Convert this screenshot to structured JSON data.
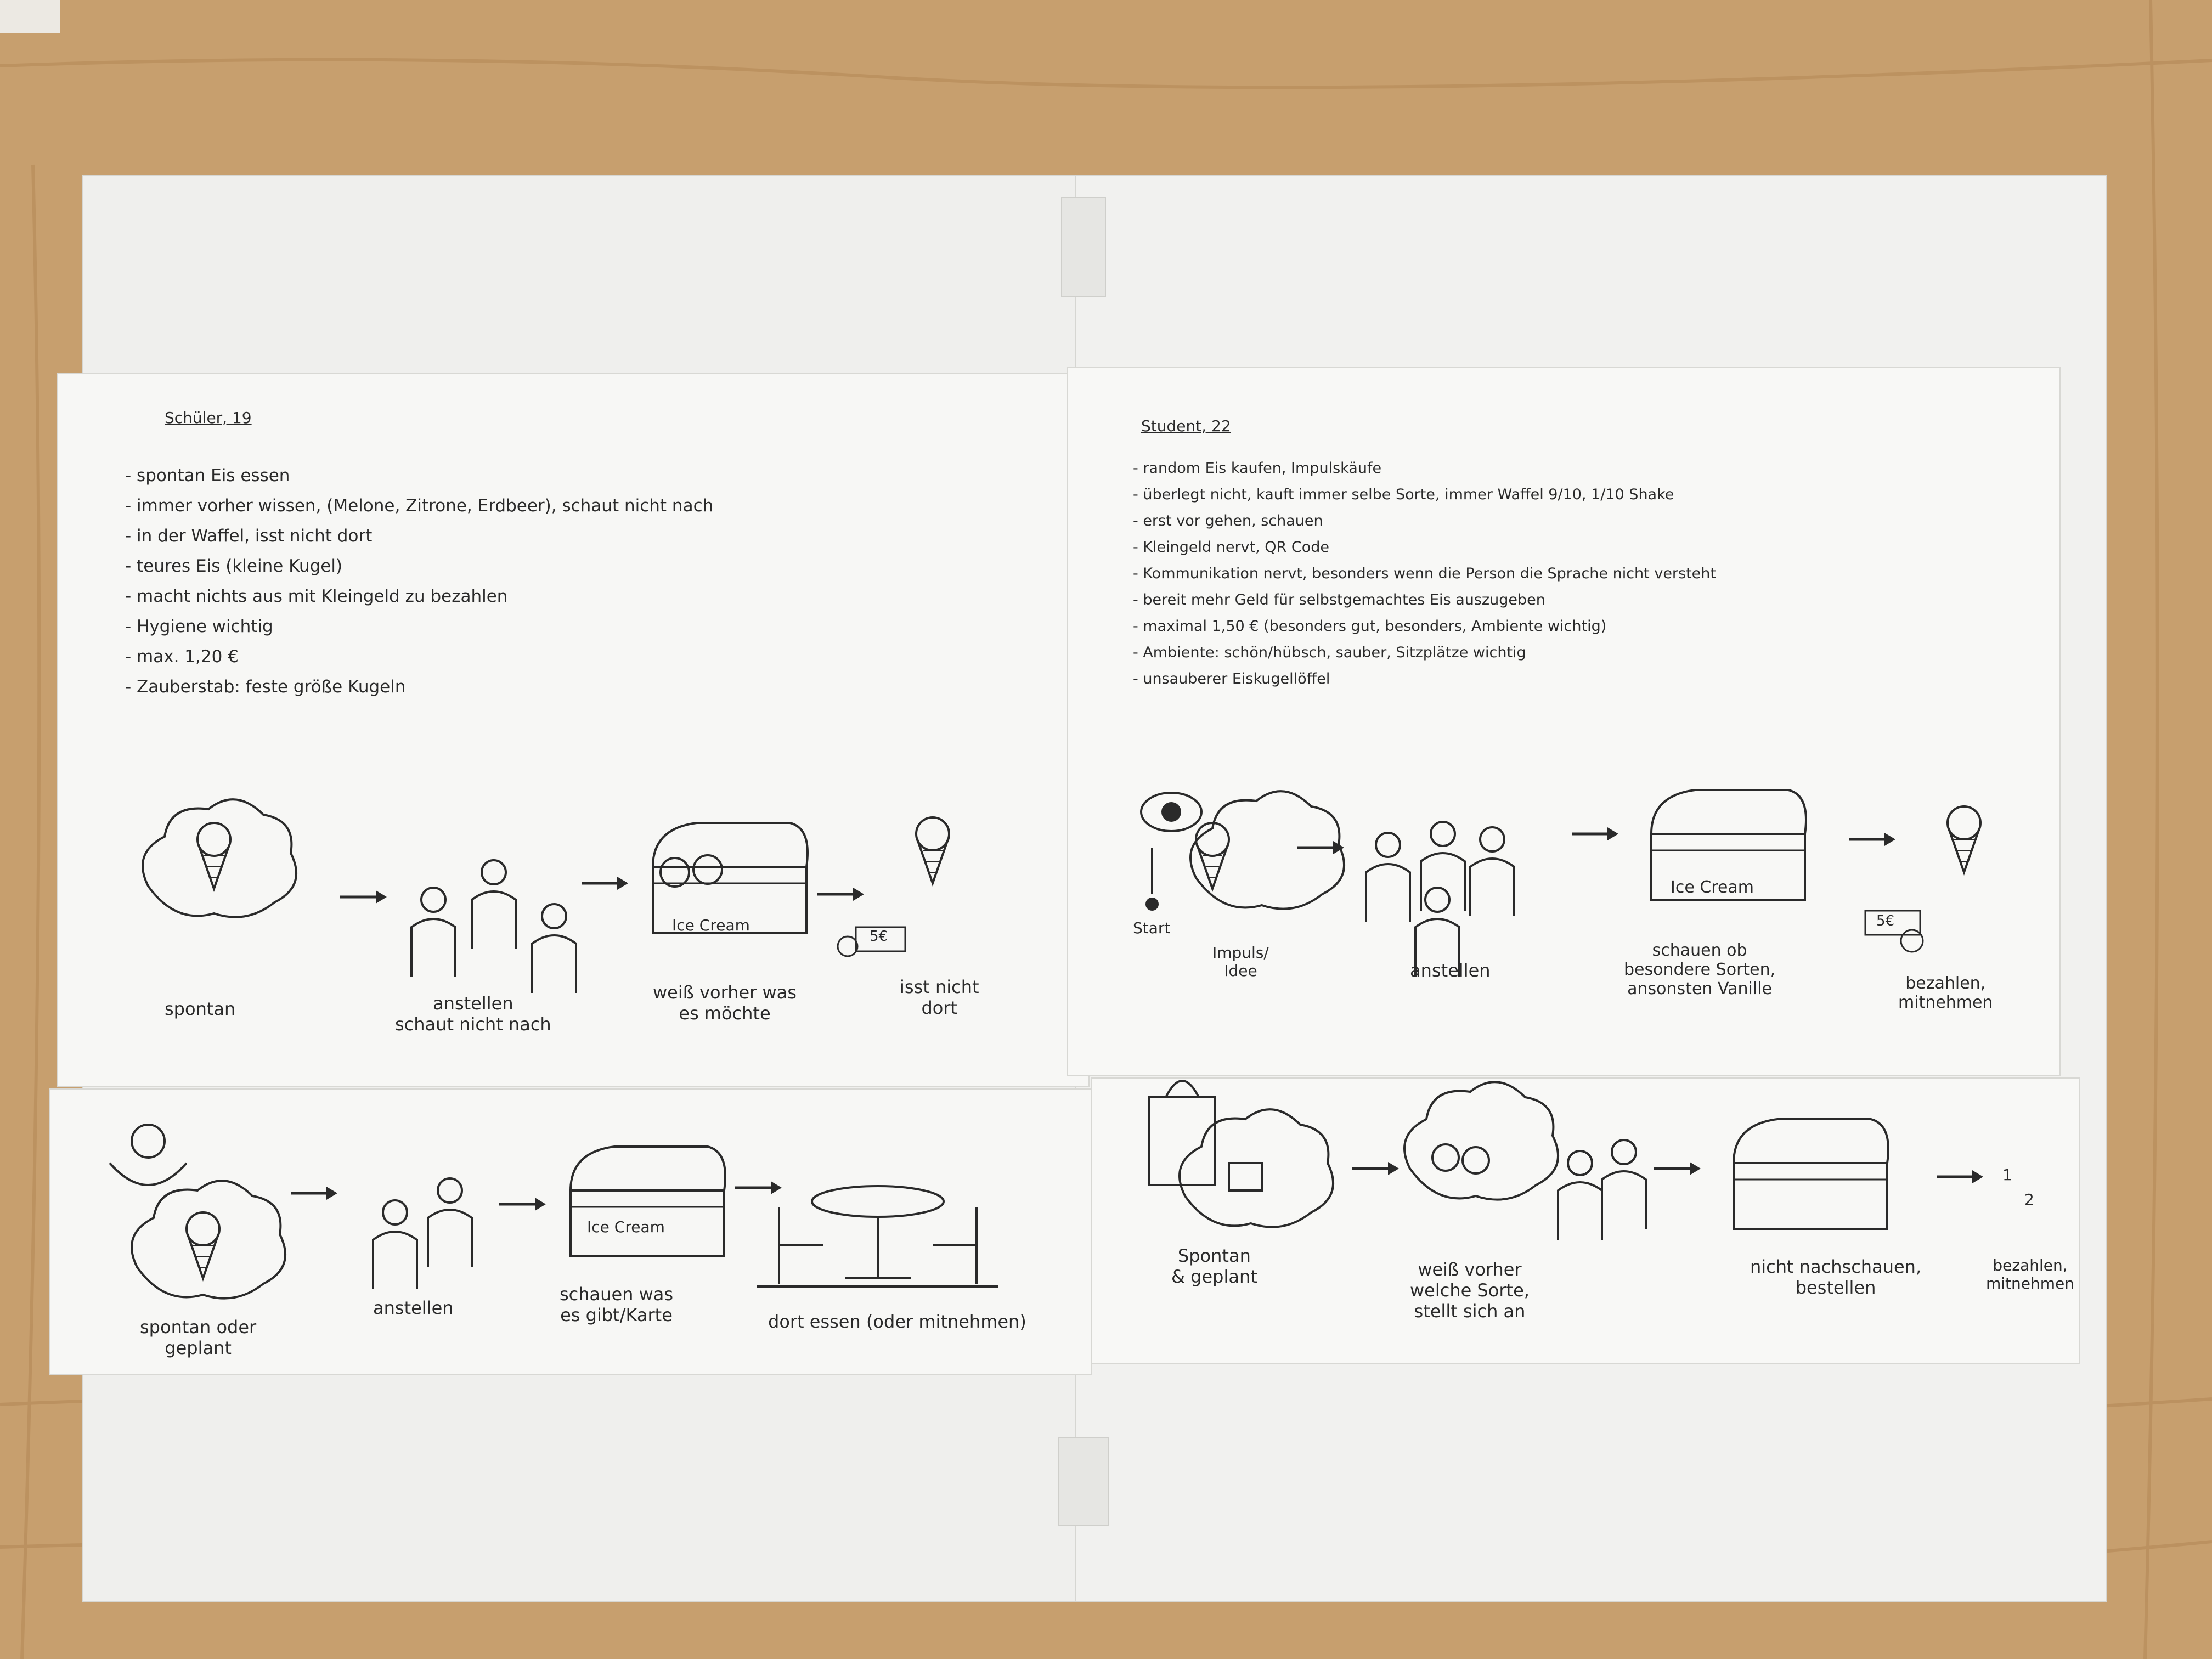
{
  "colors": {
    "wood": "#c79f6e",
    "paper": "#f4f4f2",
    "ink": "#2a2a2a"
  },
  "persona_1": {
    "title": "Schüler, 19",
    "notes": [
      "- spontan Eis essen",
      "- immer vorher wissen, (Melone, Zitrone, Erdbeer), schaut nicht nach",
      "- in der Waffel, isst nicht dort",
      "- teures Eis (kleine Kugel)",
      "- macht nichts aus mit Kleingeld zu bezahlen",
      "- Hygiene wichtig",
      "- max. 1,20 €",
      "- Zauberstab: feste größe Kugeln"
    ],
    "journey_captions": [
      "spontan",
      "anstellen\nschaut nicht nach",
      "weiß vorher was\nes möchte",
      "isst nicht\ndort"
    ],
    "sketch_labels": {
      "ice_cream": "Ice Cream",
      "price": "5€"
    }
  },
  "persona_2": {
    "title": "Student, 22",
    "notes": [
      "- random Eis kaufen, Impulskäufe",
      "- überlegt nicht, kauft immer selbe Sorte, immer Waffel 9/10, 1/10 Shake",
      "- erst vor gehen, schauen",
      "- Kleingeld nervt, QR Code",
      "- Kommunikation nervt, besonders wenn die Person die Sprache nicht versteht",
      "- bereit mehr Geld für selbstgemachtes Eis auszugeben",
      "- maximal 1,50 € (besonders gut, besonders, Ambiente wichtig)",
      "- Ambiente: schön/hübsch, sauber, Sitzplätze wichtig",
      "- unsauberer Eiskugellöffel"
    ],
    "journey_captions": [
      "Start",
      "Impuls/\nIdee",
      "anstellen",
      "schauen ob\nbesondere Sorten,\nansonsten Vanille",
      "bezahlen,\nmitnehmen"
    ],
    "sketch_labels": {
      "ice_cream": "Ice Cream",
      "price": "5€"
    }
  },
  "journey_3": {
    "captions": [
      "spontan oder\ngeplant",
      "anstellen",
      "schauen was\nes gibt/Karte",
      "dort essen (oder mitnehmen)"
    ],
    "sketch_labels": {
      "ice_cream": "Ice Cream"
    }
  },
  "journey_4": {
    "captions": [
      "Spontan\n& geplant",
      "weiß vorher\nwelche Sorte,\nstellt sich an",
      "nicht nachschauen,\nbestellen",
      "bezahlen,\nmitnehmen"
    ],
    "sketch_labels": {
      "coin_1": "1",
      "coin_2": "2"
    }
  }
}
